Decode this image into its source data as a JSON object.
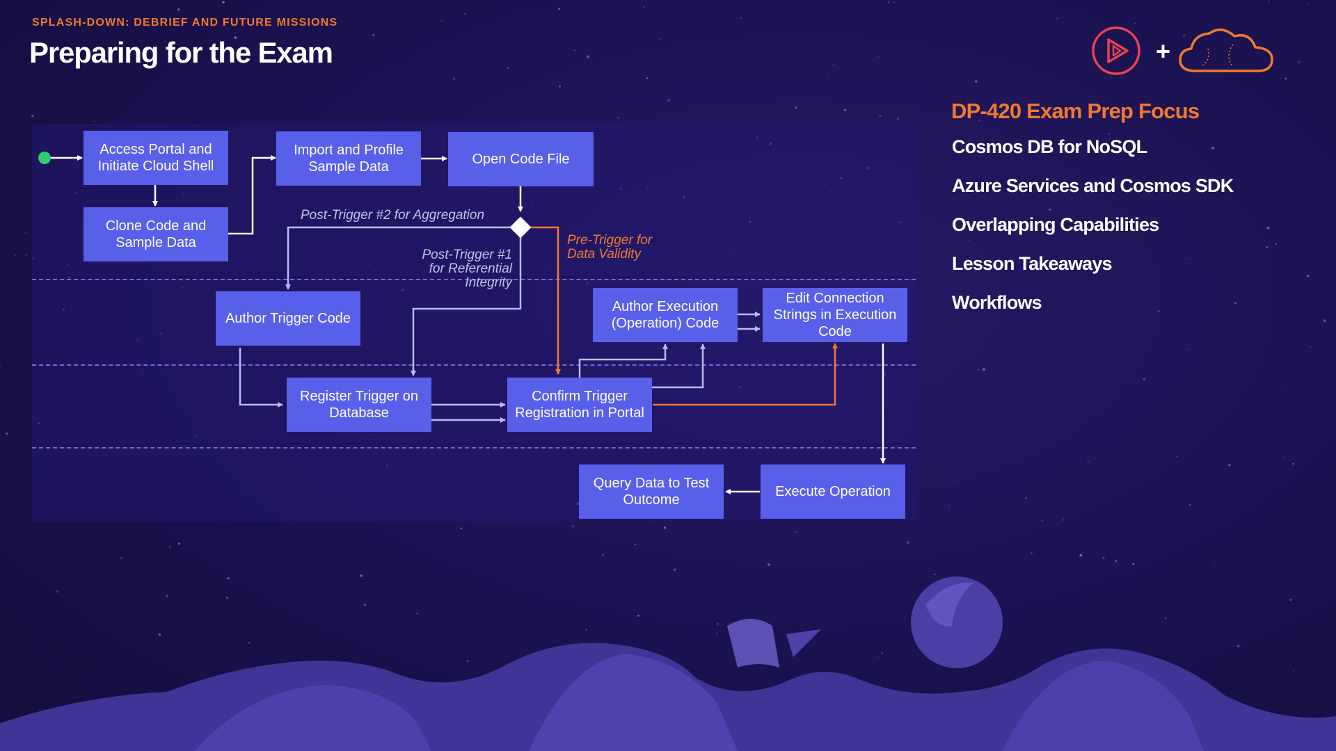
{
  "header": {
    "kicker": "SPLASH-DOWN: DEBRIEF AND FUTURE MISSIONS",
    "title": "Preparing for the Exam"
  },
  "logos": {
    "play_icon": "play-button-icon",
    "plus": "+",
    "cloud_icon": "cloud-icon"
  },
  "sidebar": {
    "title": "DP-420 Exam Prep Focus",
    "items": [
      "Cosmos DB for NoSQL",
      "Azure Services and Cosmos SDK",
      "Overlapping Capabilities",
      "Lesson Takeaways",
      "Workflows"
    ]
  },
  "diagram": {
    "nodes": {
      "access": "Access Portal and Initiate Cloud Shell",
      "clone": "Clone Code and Sample Data",
      "import": "Import and Profile Sample Data",
      "open": "Open Code File",
      "author_trigger": "Author Trigger Code",
      "register": "Register Trigger on Database",
      "confirm": "Confirm Trigger Registration in Portal",
      "author_exec": "Author Execution (Operation) Code",
      "edit_conn": "Edit Connection Strings in Execution Code",
      "execute": "Execute Operation",
      "query": "Query Data to Test Outcome"
    },
    "edge_labels": {
      "post2": "Post-Trigger #2 for Aggregation",
      "post1_line1": "Post-Trigger #1",
      "post1_line2": "for Referential",
      "post1_line3": "Integrity",
      "pre_line1": "Pre-Trigger for",
      "pre_line2": "Data Validity"
    },
    "colors": {
      "node_fill": "#5860ea",
      "arrow": "#ffffff",
      "arrow_secondary": "#b9bcf0",
      "pre_trigger_accent": "#f07a2e",
      "start_dot": "#2ecc71"
    }
  }
}
